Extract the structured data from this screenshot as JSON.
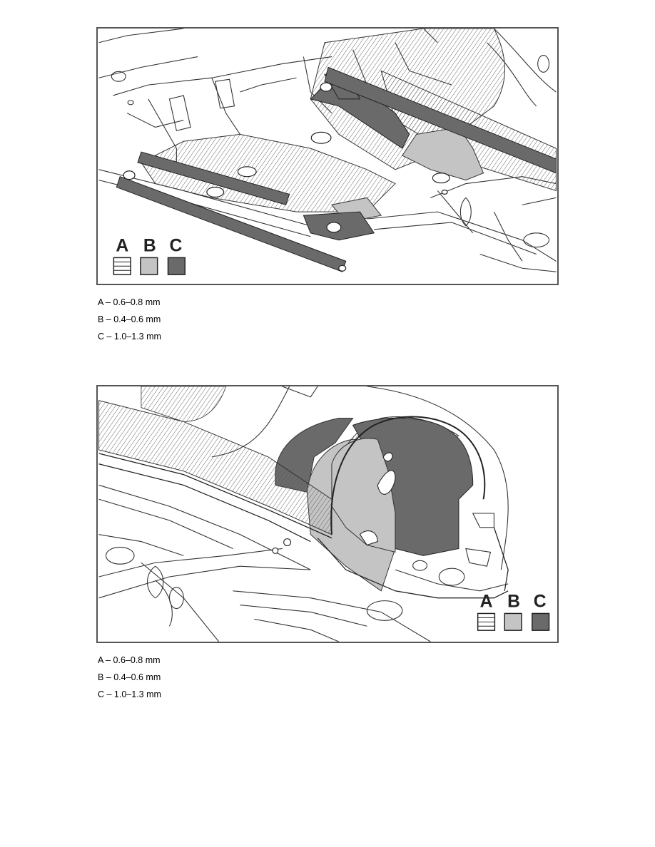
{
  "colors": {
    "frame": "#555555",
    "line": "#333333",
    "material_a_hatch": "#444444",
    "material_b": "#c4c4c4",
    "material_c": "#6a6a6a"
  },
  "figures": [
    {
      "legend": {
        "a": "A",
        "b": "B",
        "c": "C"
      },
      "captions": [
        "A – 0.6–0.8 mm",
        "B – 0.4–0.6 mm",
        "C – 1.0–1.3 mm"
      ]
    },
    {
      "legend": {
        "a": "A",
        "b": "B",
        "c": "C"
      },
      "captions": [
        "A – 0.6–0.8 mm",
        "B – 0.4–0.6 mm",
        "C – 1.0–1.3 mm"
      ]
    }
  ]
}
